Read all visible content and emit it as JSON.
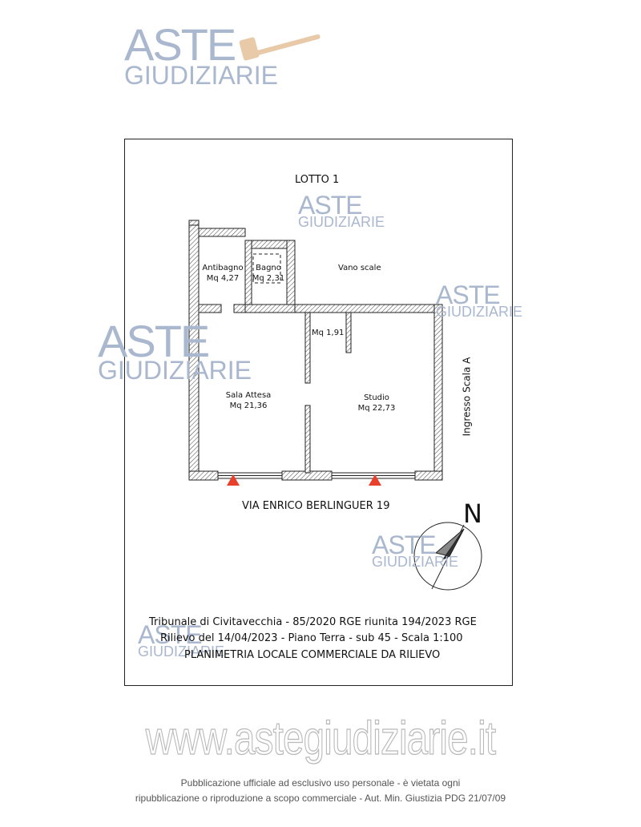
{
  "watermark": {
    "line1": "ASTE",
    "line2": "GIUDIZIARIE"
  },
  "plan": {
    "lot": "LOTTO 1",
    "rooms": {
      "antibagno": {
        "name": "Antibagno",
        "area": "Mq 4,27"
      },
      "bagno": {
        "name": "Bagno",
        "area": "Mq 2,31"
      },
      "vano_scale": {
        "name": "Vano scale"
      },
      "closet": {
        "area": "Mq 1,91"
      },
      "sala": {
        "name": "Sala Attesa",
        "area": "Mq 21,36"
      },
      "studio": {
        "name": "Studio",
        "area": "Mq 22,73"
      }
    },
    "entrance": "Ingresso Scala A",
    "street": "VIA ENRICO BERLINGUER 19",
    "north": "N",
    "caption": {
      "line1": "Tribunale di Civitavecchia - 85/2020 RGE riunita 194/2023 RGE",
      "line2": "Rilievo del 14/04/2023 - Piano Terra - sub 45 - Scala 1:100",
      "line3": "PLANIMETRIA LOCALE COMMERCIALE DA RILIEVO"
    }
  },
  "footer": {
    "url": "www.astegiudiziarie.it",
    "note1": "Pubblicazione ufficiale ad esclusivo uso personale - è vietata ogni",
    "note2": "ripubblicazione o riproduzione a scopo commerciale - Aut. Min. Giustizia PDG 21/07/09"
  },
  "colors": {
    "watermark": "#a9b7cf",
    "arrow": "#e8402a",
    "hatch": "#444444"
  }
}
